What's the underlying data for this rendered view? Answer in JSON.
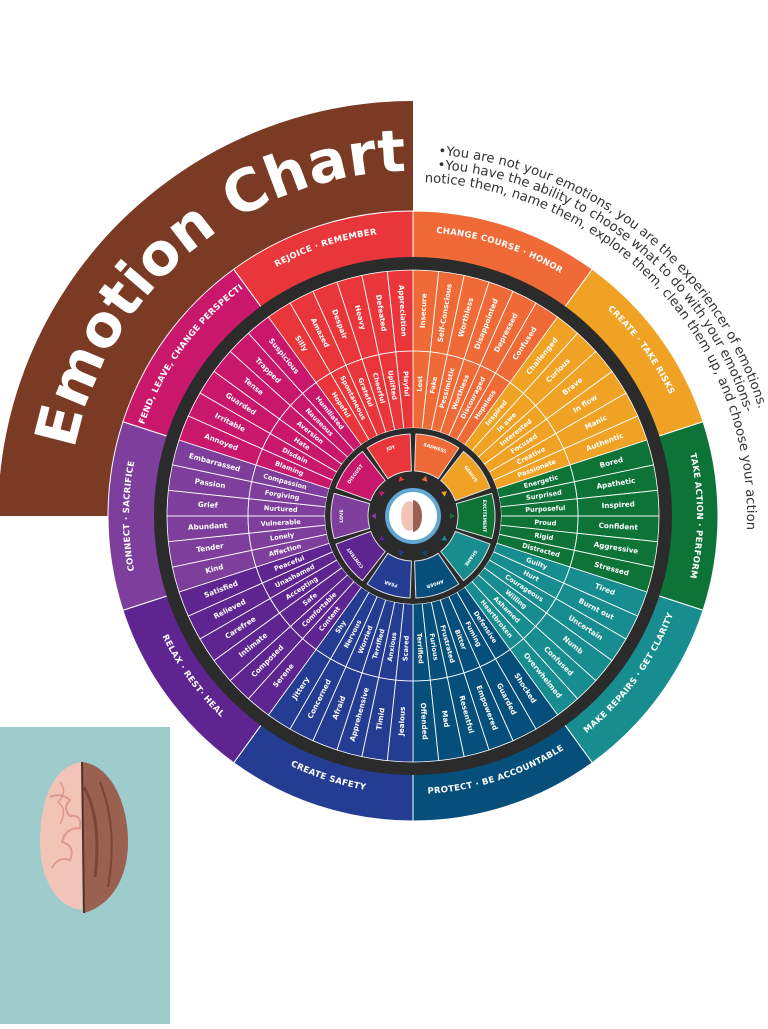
{
  "title": "Emotion Chart",
  "notes": [
    "You are not your emotions, you are the experiencer of emotions.",
    "You have the ability to choose what to do with your emotions- notice them, name them, explore them, clean them up, and choose your actions."
  ],
  "notes_lines": [
    "•You are not your emotions, you are the experiencer of emotions.",
    "•You have the ability to choose what to do with your emotions-",
    "notice them, name them, explore them, clean them up, and choose your actions."
  ],
  "colors": {
    "title_banner": "#7b3a24",
    "dark_ring": "#2b2b2b",
    "brain_panel": "#9ecbcc",
    "background": "#ffffff"
  },
  "sectors": [
    {
      "core": "SADNESS",
      "action": "CHANGE COURSE · HONOR",
      "color": "#ef6a36",
      "inner": [
        "Lost",
        "Fake",
        "Pessimistic",
        "Worthless",
        "Discouraged",
        "Hopeless"
      ],
      "outer": [
        "Insecure",
        "Self-Conscious",
        "Worthless",
        "Disappointed",
        "Depressed",
        "Confused"
      ]
    },
    {
      "core": "GENIUS",
      "action": "CREATE · TAKE RISKS",
      "color": "#efa224",
      "inner": [
        "Inspired",
        "In awe",
        "Interested",
        "Focused",
        "Creative",
        "Passionate"
      ],
      "outer": [
        "Challenged",
        "Curious",
        "Brave",
        "In flow",
        "Manic",
        "Authentic"
      ]
    },
    {
      "core": "EXCITEMENT",
      "action": "TAKE ACTION · PERFORM",
      "color": "#0e7337",
      "inner": [
        "Energetic",
        "Surprised",
        "Purposeful",
        "Proud",
        "Rigid",
        "Distracted"
      ],
      "outer": [
        "Bored",
        "Apathetic",
        "Inspired",
        "Confident",
        "Aggressive",
        "Stressed"
      ]
    },
    {
      "core": "SHAME",
      "action": "MAKE REPAIRS · GET CLARITY",
      "color": "#178d8f",
      "inner": [
        "Guilty",
        "Hurt",
        "Courageous",
        "Willing",
        "Ashamed",
        "Heartbroken"
      ],
      "outer": [
        "Tired",
        "Burnt out",
        "Uncertain",
        "Numb",
        "Confused",
        "Overwhelmed"
      ]
    },
    {
      "core": "ANGER",
      "action": "PROTECT · BE ACCOUNTABLE",
      "color": "#064f7b",
      "inner": [
        "Defensive",
        "Fuming",
        "Bitter",
        "Frustrated",
        "Furious",
        "Terrified"
      ],
      "outer": [
        "Shocked",
        "Guarded",
        "Empowered",
        "Resentful",
        "Mad",
        "Offended"
      ]
    },
    {
      "core": "FEAR",
      "action": "CREATE SAFETY",
      "color": "#243d93",
      "inner": [
        "Scared",
        "Anxious",
        "Terrified",
        "Worried",
        "Nervous",
        "Shy"
      ],
      "outer": [
        "Jealous",
        "Timid",
        "Apprehensive",
        "Afraid",
        "Concerned",
        "Jittery"
      ]
    },
    {
      "core": "CONTENT",
      "action": "RELAX · REST· HEAL",
      "color": "#5e2590",
      "inner": [
        "Content",
        "Comfortable",
        "Safe",
        "Accepting",
        "Unashamed",
        "Peaceful"
      ],
      "outer": [
        "Serene",
        "Composed",
        "Intimate",
        "Carefree",
        "Relieved",
        "Satisfied"
      ]
    },
    {
      "core": "LOVE",
      "action": "CONNECT · SACRIFICE",
      "color": "#7d3f9b",
      "inner": [
        "Affection",
        "Lonely",
        "Vulnerable",
        "Nurtured",
        "Forgiving",
        "Compassion"
      ],
      "outer": [
        "Kind",
        "Tender",
        "Abundant",
        "Grief",
        "Passion",
        "Embarrassed"
      ]
    },
    {
      "core": "DISGUST",
      "action": "DEFEND, LEAVE, CHANGE PERSPECTIVE",
      "color": "#c9186b",
      "inner": [
        "Blaming",
        "Disdain",
        "Hate",
        "Aversion",
        "Nauseous",
        "Humiliated"
      ],
      "outer": [
        "Annoyed",
        "Irritable",
        "Guarded",
        "Tense",
        "Trapped",
        "Suspicious"
      ]
    },
    {
      "core": "JOY",
      "action": "REJOICE · REMEMBER",
      "color": "#e9363a",
      "inner": [
        "Hopeful",
        "Spontaneous",
        "Grateful",
        "Cheerful",
        "Uplifted",
        "Playful"
      ],
      "outer": [
        "Silly",
        "Amazed",
        "Despair",
        "Heavy",
        "Defeated",
        "Appreciation"
      ]
    }
  ],
  "brain_image": {
    "name": "brain-illustration",
    "left_color": "#f2c4b8",
    "right_color": "#9a6150"
  }
}
